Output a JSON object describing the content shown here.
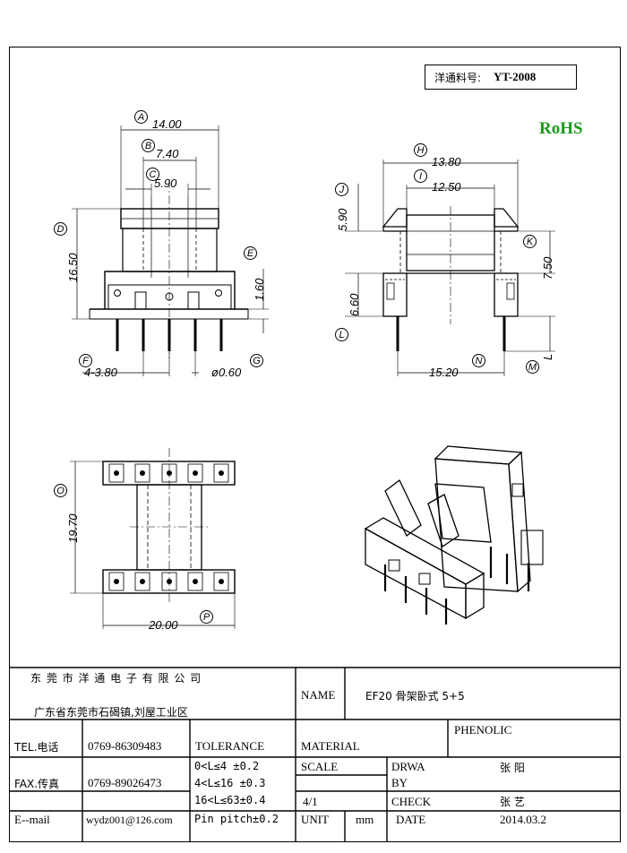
{
  "header": {
    "part_label": "洋通料号:",
    "part_no": "YT-2008",
    "rohs": "RoHS"
  },
  "labels": {
    "A": "A",
    "B": "B",
    "C": "C",
    "D": "D",
    "E": "E",
    "F": "F",
    "G": "G",
    "H": "H",
    "I": "I",
    "J": "J",
    "K": "K",
    "L": "L",
    "M": "M",
    "N": "N",
    "O": "O",
    "P": "P"
  },
  "dims": {
    "A": "14.00",
    "B": "7.40",
    "C": "5.90",
    "D": "16.50",
    "E": "1.60",
    "F": "4-3.80",
    "G": "ø0.60",
    "H": "13.80",
    "I": "12.50",
    "J": "5.90",
    "K": "7.50",
    "L": "6.60",
    "M": "L",
    "N": "15.20",
    "O": "19.70",
    "P": "20.00"
  },
  "title_block": {
    "company": "东 莞 市 洋 通 电 子 有 限 公 司",
    "address": "广东省东莞市石碣镇,刘屋工业区",
    "name_label": "NAME",
    "name_value": "EF20 骨架卧式 5+5",
    "tel_label": "TEL.电话",
    "tel_value": "0769-86309483",
    "fax_label": "FAX.传真",
    "fax_value": "0769-89026473",
    "email_label": "E--mail",
    "email_value": "wydz001@126.com",
    "tolerance_label": "TOLERANCE",
    "tol_1": "0<L≤4  ±0.2",
    "tol_2": "4<L≤16 ±0.3",
    "tol_3": "16<L≤63±0.4",
    "tol_4": "Pin pitch±0.2",
    "material_label": "MATERIAL",
    "material_value": "PHENOLIC",
    "scale_label": "SCALE",
    "scale_value": "4/1",
    "unit_label": "UNIT",
    "unit_value": "mm",
    "draw_label_1": "DRWA",
    "draw_label_2": "BY",
    "drawn_by": "张 阳",
    "check_label": "CHECK",
    "checked_by": "张 艺",
    "date_label": "DATE",
    "date_value": "2014.03.2"
  }
}
